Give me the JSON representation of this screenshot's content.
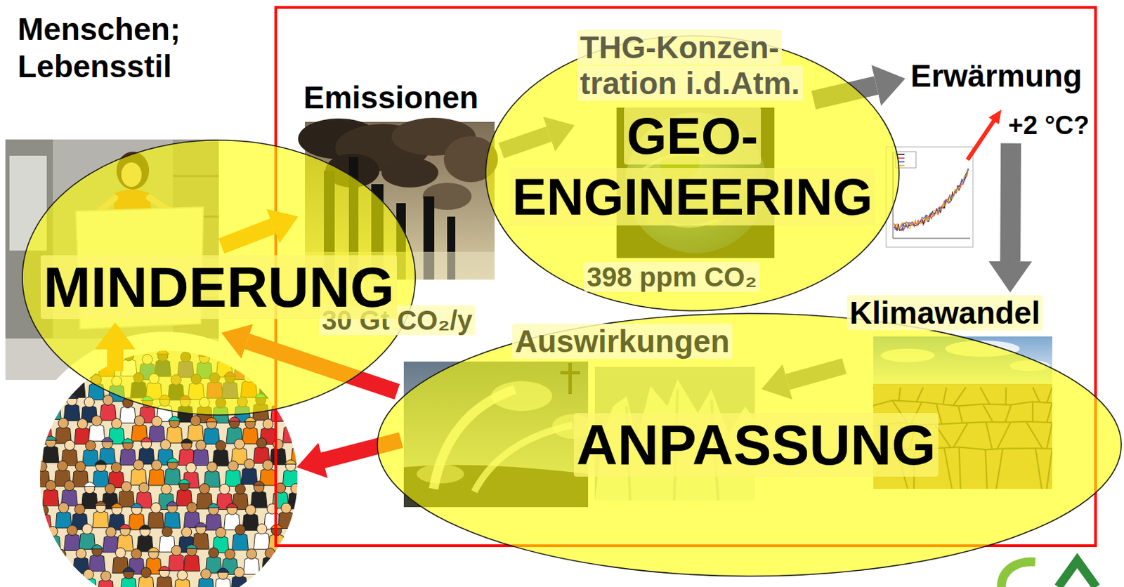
{
  "diagram": {
    "nodes": [
      {
        "text": [
          "Menschen; Lebensstil"
        ]
      },
      {
        "text": [
          "Emissionen",
          "30 Gt CO₂/y"
        ]
      },
      {
        "text": [
          "THG-Konzen- tration i.d.Atm.",
          "398 ppm CO₂"
        ]
      },
      {
        "text": [
          "Erwärmung",
          "+2 °C?"
        ]
      },
      {
        "text": [
          "Klimawandel"
        ]
      },
      {
        "text": [
          "Auswirkungen"
        ]
      },
      {
        "text": [
          "MINDERUNG"
        ]
      },
      {
        "text": [
          "GEO- ENGINEERING"
        ]
      },
      {
        "text": [
          "ANPASSUNG"
        ]
      }
    ],
    "edges": [
      {
        "from": 1,
        "to": 2,
        "arrow": "to"
      },
      {
        "from": 2,
        "to": 3,
        "arrow": "to"
      },
      {
        "from": 3,
        "to": 4,
        "arrow": "to"
      },
      {
        "from": 4,
        "to": 5,
        "arrow": "to"
      },
      {
        "from": 5,
        "to": 0,
        "arrow": "to"
      },
      {
        "from": 0,
        "to": 1,
        "arrow": "to"
      }
    ]
  }
}
